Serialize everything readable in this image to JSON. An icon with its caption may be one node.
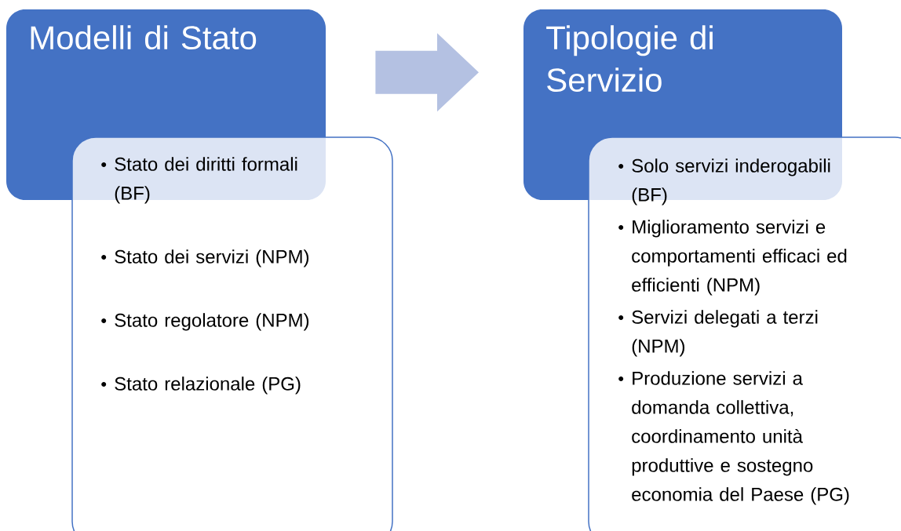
{
  "diagram": {
    "nodes": [
      {
        "text": [
          "Modelli di Stato"
        ]
      },
      {
        "text": [
          "Stato dei diritti formali (BF)",
          "Stato dei servizi (NPM)",
          "Stato regolatore (NPM)",
          "Stato relazionale (PG)"
        ]
      },
      {
        "text": [
          "Tipologie di Servizio"
        ]
      },
      {
        "text": [
          "Solo servizi inderogabili (BF)",
          "Miglioramento servizi e comportamenti efficaci ed efficienti (NPM)",
          "Servizi delegati a terzi (NPM)",
          "Produzione servizi a domanda collettiva, coordinamento unità produttive e sostegno economia del Paese (PG)"
        ]
      }
    ],
    "edges": [
      {
        "from": 0,
        "to": 2,
        "arrow": "to"
      }
    ]
  }
}
